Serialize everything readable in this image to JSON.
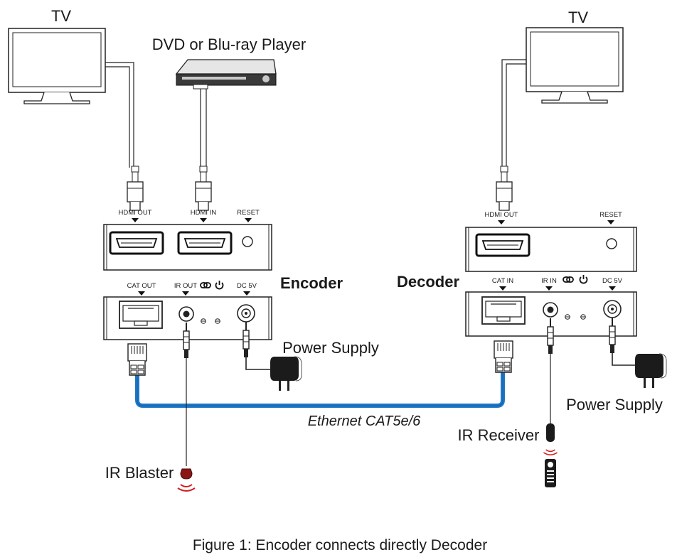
{
  "labels": {
    "tv_left": "TV",
    "tv_right": "TV",
    "dvd_player": "DVD or Blu-ray Player",
    "encoder": "Encoder",
    "decoder": "Decoder",
    "power_supply_left": "Power Supply",
    "power_supply_right": "Power Supply",
    "ethernet": "Ethernet CAT5e/6",
    "ir_receiver": "IR Receiver",
    "ir_blaster": "IR Blaster",
    "caption": "Figure 1: Encoder connects directly Decoder"
  },
  "ports": {
    "encoder_hdmi_out": "HDMI OUT",
    "encoder_hdmi_in": "HDMI IN",
    "encoder_reset": "RESET",
    "encoder_cat_out": "CAT OUT",
    "encoder_ir_out": "IR OUT",
    "encoder_dc": "DC 5V",
    "decoder_hdmi_out": "HDMI OUT",
    "decoder_reset": "RESET",
    "decoder_cat_in": "CAT IN",
    "decoder_ir_in": "IR IN",
    "decoder_dc": "DC 5V"
  },
  "colors": {
    "ethernet_cable": "#1e78c8",
    "ir_signal": "#d21e1e"
  }
}
